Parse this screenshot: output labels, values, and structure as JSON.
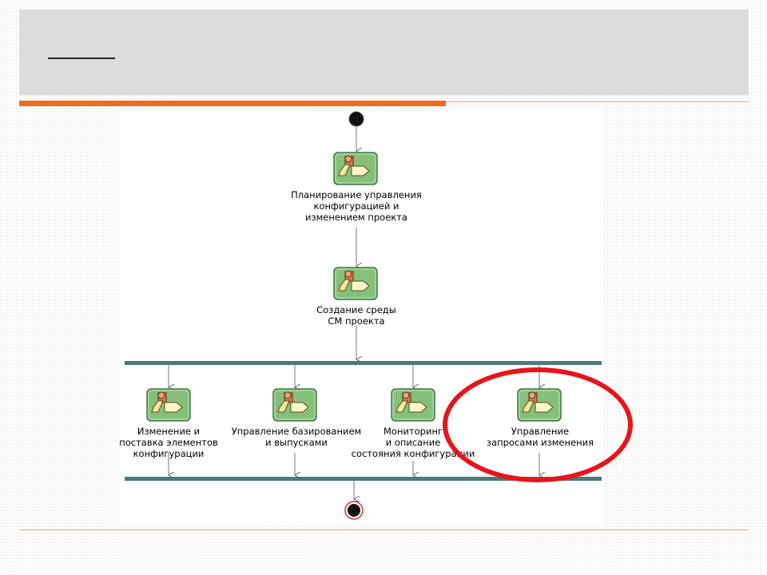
{
  "slide": {
    "title": ""
  },
  "colors": {
    "title_band": "#dcdcdc",
    "accent_orange": "#f26b1d",
    "sync_bar": "#4a7a7a",
    "activity_green": "#7fbf74",
    "highlight_red": "#e8141c"
  },
  "diagram": {
    "activities": [
      {
        "id": "plan",
        "label": "Планирование управления\nконфигурацией и\nизменением проекта",
        "icon": "activity-icon"
      },
      {
        "id": "env",
        "label": "Создание среды\nCM проекта",
        "icon": "activity-icon"
      },
      {
        "id": "change",
        "label": "Изменение и\nпоставка элементов\nконфигурации",
        "icon": "activity-icon"
      },
      {
        "id": "baseline",
        "label": "Управление базированием\nи выпусками",
        "icon": "activity-icon"
      },
      {
        "id": "monitor",
        "label": "Мониторинг\nи описание\nсостояния конфигурации",
        "icon": "activity-icon"
      },
      {
        "id": "requests",
        "label": "Управление\nзапросами изменения",
        "icon": "activity-icon"
      }
    ],
    "start_node": "start-node",
    "end_node": "end-node",
    "highlighted": "requests"
  }
}
